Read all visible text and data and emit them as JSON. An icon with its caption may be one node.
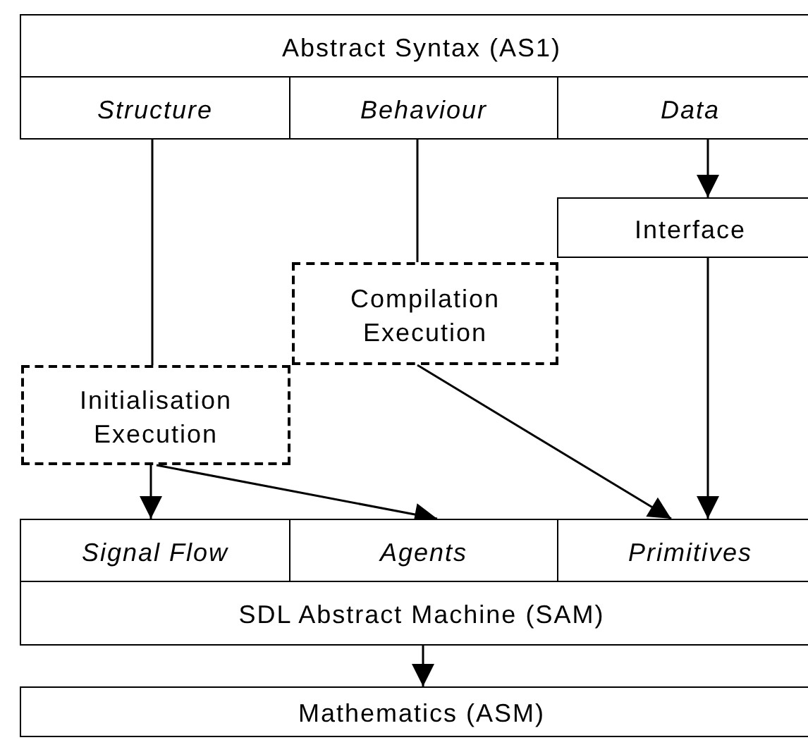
{
  "diagram": {
    "nodes": [
      {
        "text": [
          "Abstract Syntax (AS1)"
        ]
      },
      {
        "text": [
          "Structure"
        ]
      },
      {
        "text": [
          "Behaviour"
        ]
      },
      {
        "text": [
          "Data"
        ]
      },
      {
        "text": [
          "Interface"
        ]
      },
      {
        "text": [
          "Compilation Execution"
        ]
      },
      {
        "text": [
          "Initialisation Execution"
        ]
      },
      {
        "text": [
          "Signal Flow"
        ]
      },
      {
        "text": [
          "Agents"
        ]
      },
      {
        "text": [
          "Primitives"
        ]
      },
      {
        "text": [
          "SDL Abstract Machine (SAM)"
        ]
      },
      {
        "text": [
          "Mathematics (ASM)"
        ]
      }
    ],
    "edges": [
      {
        "from": 1,
        "to": 6,
        "arrow": "none"
      },
      {
        "from": 2,
        "to": 5,
        "arrow": "none"
      },
      {
        "from": 3,
        "to": 4,
        "arrow": "to"
      },
      {
        "from": 5,
        "to": 9,
        "arrow": "to"
      },
      {
        "from": 4,
        "to": 9,
        "arrow": "to"
      },
      {
        "from": 6,
        "to": 7,
        "arrow": "to"
      },
      {
        "from": 6,
        "to": 8,
        "arrow": "to"
      },
      {
        "from": 10,
        "to": 11,
        "arrow": "to"
      }
    ]
  }
}
